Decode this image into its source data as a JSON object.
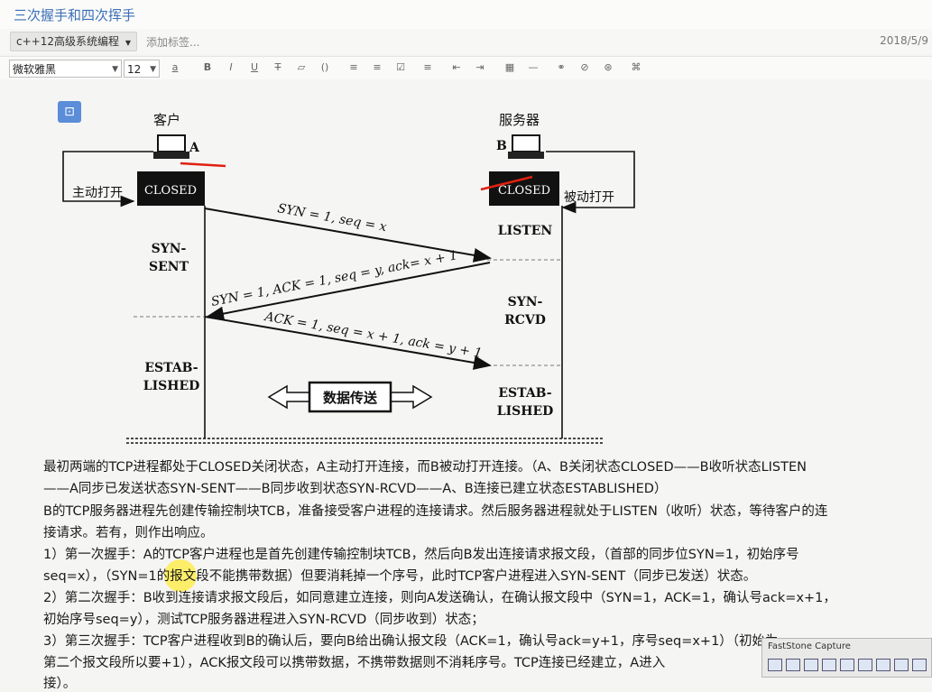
{
  "note": {
    "title": "三次握手和四次挥手",
    "notebook": "c++12高级系统编程",
    "add_tag": "添加标签...",
    "date": "2018/5/9"
  },
  "toolbar": {
    "font_name": "微软雅黑",
    "font_size": "12",
    "buttons": [
      "a",
      "B",
      "I",
      "U",
      "T",
      "▱",
      "()",
      "≡",
      "≡",
      "☑",
      "≡",
      "⇤",
      "⇥",
      "▦",
      "—",
      "⚭",
      "⊘",
      "⊛",
      "⌘"
    ]
  },
  "figure": {
    "client": "客户",
    "server": "服务器",
    "a": "A",
    "b": "B",
    "closed": "CLOSED",
    "active_open": "主动打开",
    "passive_open": "被动打开",
    "listen": "LISTEN",
    "syn_sent_1": "SYN-",
    "syn_sent_2": "SENT",
    "syn_rcvd_1": "SYN-",
    "syn_rcvd_2": "RCVD",
    "estab_a_1": "ESTAB-",
    "estab_a_2": "LISHED",
    "estab_b_1": "ESTAB-",
    "estab_b_2": "LISHED",
    "msg1": "SYN = 1, seq = x",
    "msg2": "SYN = 1, ACK = 1, seq = y, ack= x + 1",
    "msg3": "ACK = 1, seq = x + 1, ack = y + 1",
    "data_transfer": "数据传送"
  },
  "paragraphs": [
    " 最初两端的TCP进程都处于CLOSED关闭状态，A主动打开连接，而B被动打开连接。（A、B关闭状态CLOSED——B收听状态LISTEN",
    "——A同步已发送状态SYN-SENT——B同步收到状态SYN-RCVD——A、B连接已建立状态ESTABLISHED）",
    "B的TCP服务器进程先创建传输控制块TCB，准备接受客户进程的连接请求。然后服务器进程就处于LISTEN（收听）状态，等待客户的连",
    "接请求。若有，则作出响应。",
    "1）第一次握手：A的TCP客户进程也是首先创建传输控制块TCB，然后向B发出连接请求报文段，（首部的同步位SYN=1，初始序号",
    "seq=x），（SYN=1的报文段不能携带数据）但要消耗掉一个序号，此时TCP客户进程进入SYN-SENT（同步已发送）状态。",
    "2）第二次握手：B收到连接请求报文段后，如同意建立连接，则向A发送确认，在确认报文段中（SYN=1，ACK=1，确认号ack=x+1，",
    "初始序号seq=y），测试TCP服务器进程进入SYN-RCVD（同步收到）状态；",
    "3）第三次握手：TCP客户进程收到B的确认后，要向B给出确认报文段（ACK=1，确认号ack=y+1，序号seq=x+1）（初始为seq=x，",
    "第二个报文段所以要+1），ACK报文段可以携带数据，不携带数据则不消耗序号。TCP连接已经建立，A进入",
    "接）。"
  ],
  "faststone": {
    "title": "FastStone Capture"
  }
}
